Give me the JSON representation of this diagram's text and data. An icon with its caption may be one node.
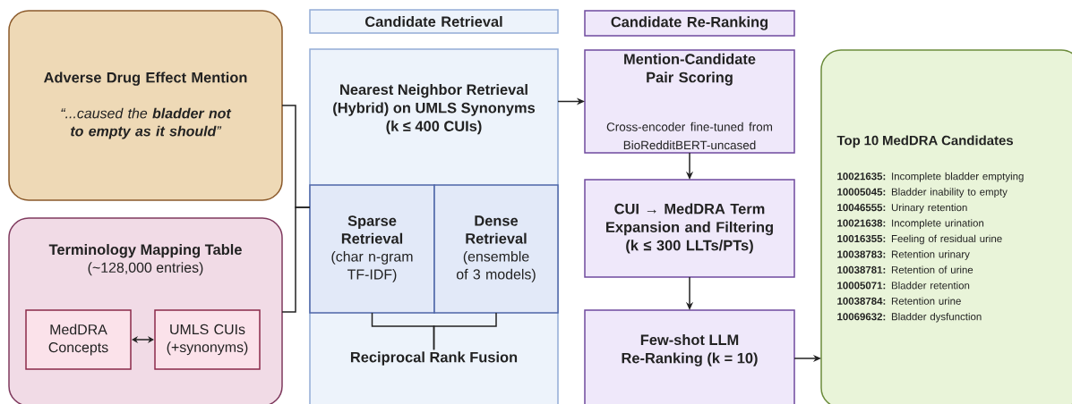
{
  "diagram": {
    "nodes": [
      {
        "text": [
          "Adverse Drug Effect Mention",
          "“...caused the **bladder not to empty as it should**”"
        ]
      },
      {
        "text": [
          "Terminology Mapping Table",
          "(~128,000 entries)"
        ]
      },
      {
        "text": [
          "MedDRA Concepts"
        ],
        "in": 1
      },
      {
        "text": [
          "UMLS CUIs (+synonyms)"
        ],
        "in": 1
      },
      {
        "text": [
          "Candidate Retrieval"
        ]
      },
      {
        "text": [
          "Nearest Neighbor Retrieval (Hybrid) on UMLS Synonyms (k ≤ 400 CUIs)"
        ]
      },
      {
        "text": [
          "Sparse Retrieval",
          "(char n-gram TF-IDF)"
        ],
        "in": 5
      },
      {
        "text": [
          "Dense Retrieval",
          "(ensemble of 3 models)"
        ],
        "in": 5
      },
      {
        "text": [
          "Reciprocal Rank Fusion"
        ],
        "in": 5
      },
      {
        "text": [
          "Candidate Re-Ranking"
        ]
      },
      {
        "text": [
          "Mention-Candidate Pair Scoring",
          "Cross-encoder fine-tuned from BioRedditBERT-uncased"
        ]
      },
      {
        "text": [
          "CUI → MedDRA Term Expansion and Filtering (k ≤ 300 LLTs/PTs)"
        ]
      },
      {
        "text": [
          "Few-shot LLM Re-Ranking (k = 10)"
        ]
      },
      {
        "text": [
          "Top 10 MedDRA Candidates",
          "**10021635:** Incomplete bladder emptying",
          "**10005045:** Bladder inability to empty",
          "**10046555:** Urinary retention",
          "**10021638:** Incomplete urination",
          "**10016355:** Feeling of residual urine",
          "**10038783:** Retention urinary",
          "**10038781:** Retention of urine",
          "**10005071:** Bladder retention",
          "**10038784:** Retention urine",
          "**10069632:** Bladder dysfunction"
        ]
      }
    ],
    "edges": [
      {
        "from": 0,
        "to": 5,
        "arrow": "none"
      },
      {
        "from": 1,
        "to": 5,
        "arrow": "none"
      },
      {
        "from": 2,
        "to": 3,
        "arrow": "both"
      },
      {
        "from": 6,
        "to": 8,
        "arrow": "none"
      },
      {
        "from": 7,
        "to": 8,
        "arrow": "none"
      },
      {
        "from": 5,
        "to": 10,
        "arrow": "to"
      },
      {
        "from": 10,
        "to": 11,
        "arrow": "to"
      },
      {
        "from": 11,
        "to": 12,
        "arrow": "to"
      },
      {
        "from": 12,
        "to": 13,
        "arrow": "to"
      }
    ]
  }
}
